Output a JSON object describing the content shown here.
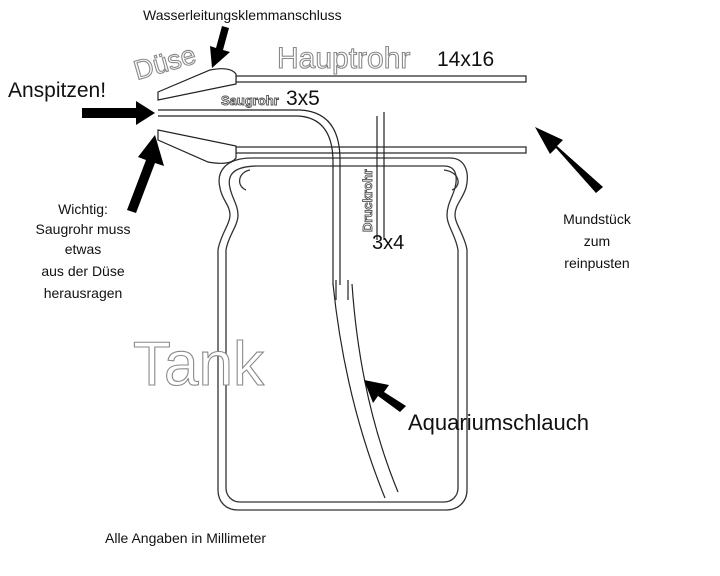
{
  "labels": {
    "clamp_connector": "Wasserleitungsklemmanschluss",
    "nozzle": "Düse",
    "main_pipe": "Hauptrohr",
    "main_pipe_size": "14x16",
    "sharpen": "Anspitzen!",
    "suction_pipe": "Saugrohr",
    "suction_pipe_size": "3x5",
    "pressure_pipe": "Druckrohr",
    "pressure_pipe_size": "3x4",
    "mouthpiece_line1": "Mundstück",
    "mouthpiece_line2": "zum",
    "mouthpiece_line3": "reinpusten",
    "important_line1": "Wichtig:",
    "important_line2": "Saugrohr muss",
    "important_line3": "etwas",
    "important_line4": "aus der Düse",
    "important_line5": "herausragen",
    "tank": "Tank",
    "aquarium_hose": "Aquariumschlauch",
    "footer": "Alle Angaben in Millimeter"
  },
  "colors": {
    "stroke": "#222222",
    "outline_text": "#8a8a8a",
    "arrow": "#000000",
    "background": "#ffffff"
  }
}
